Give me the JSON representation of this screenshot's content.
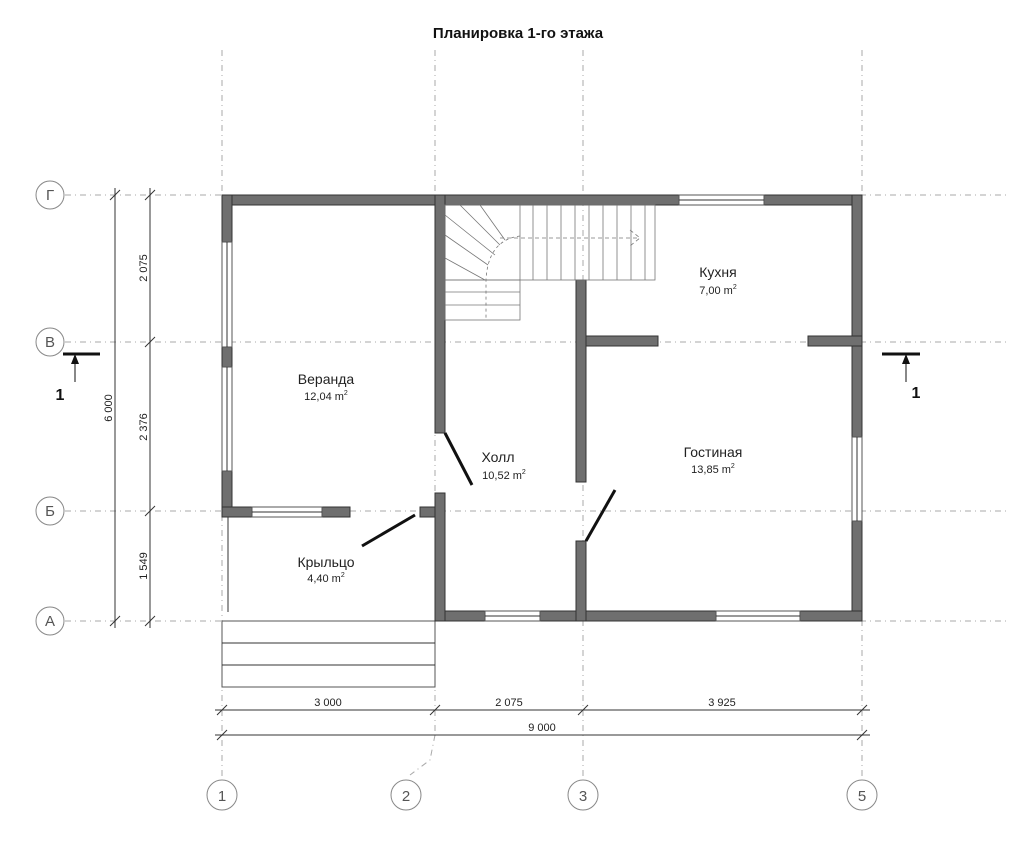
{
  "title": "Планировка 1-го этажа",
  "axes": {
    "columns": [
      {
        "id": "col-1",
        "label": "1"
      },
      {
        "id": "col-2",
        "label": "2"
      },
      {
        "id": "col-3",
        "label": "3"
      },
      {
        "id": "col-5",
        "label": "5"
      }
    ],
    "rows": [
      {
        "id": "row-g",
        "label": "Г"
      },
      {
        "id": "row-v",
        "label": "В"
      },
      {
        "id": "row-b",
        "label": "Б"
      },
      {
        "id": "row-a",
        "label": "А"
      }
    ]
  },
  "rooms": [
    {
      "name": "Веранда",
      "area": "12,04 m",
      "sup": "2"
    },
    {
      "name": "Холл",
      "area": "10,52 m",
      "sup": "2"
    },
    {
      "name": "Кухня",
      "area": "7,00 m",
      "sup": "2"
    },
    {
      "name": "Гостиная",
      "area": "13,85 m",
      "sup": "2"
    },
    {
      "name": "Крыльцо",
      "area": "4,40 m",
      "sup": "2"
    }
  ],
  "dimensions": {
    "horizontal": [
      "3 000",
      "2 075",
      "3 925"
    ],
    "total_horizontal": "9 000",
    "vertical": [
      "2 075",
      "2 376",
      "1 549"
    ],
    "total_vertical": "6 000"
  },
  "section_marks": {
    "left": "1",
    "right": "1"
  },
  "colors": {
    "wall": "#6f6f6f",
    "grid": "#aaaaaa",
    "text": "#222222"
  }
}
